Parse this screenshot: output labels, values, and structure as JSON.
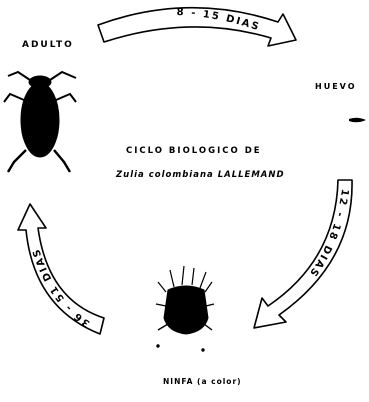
{
  "diagram": {
    "title_line1": "CICLO BIOLOGICO DE",
    "title_line2": "Zulia colombiana LALLEMAND",
    "stages": {
      "adult": "ADULTO",
      "egg": "HUEVO",
      "nymph": "NINFA (a color)"
    },
    "durations": {
      "adult_to_egg": "8 - 15 DIAS",
      "egg_to_nymph": "12 - 18 DIAS",
      "nymph_to_adult": "36 - 51 DIAS"
    }
  }
}
